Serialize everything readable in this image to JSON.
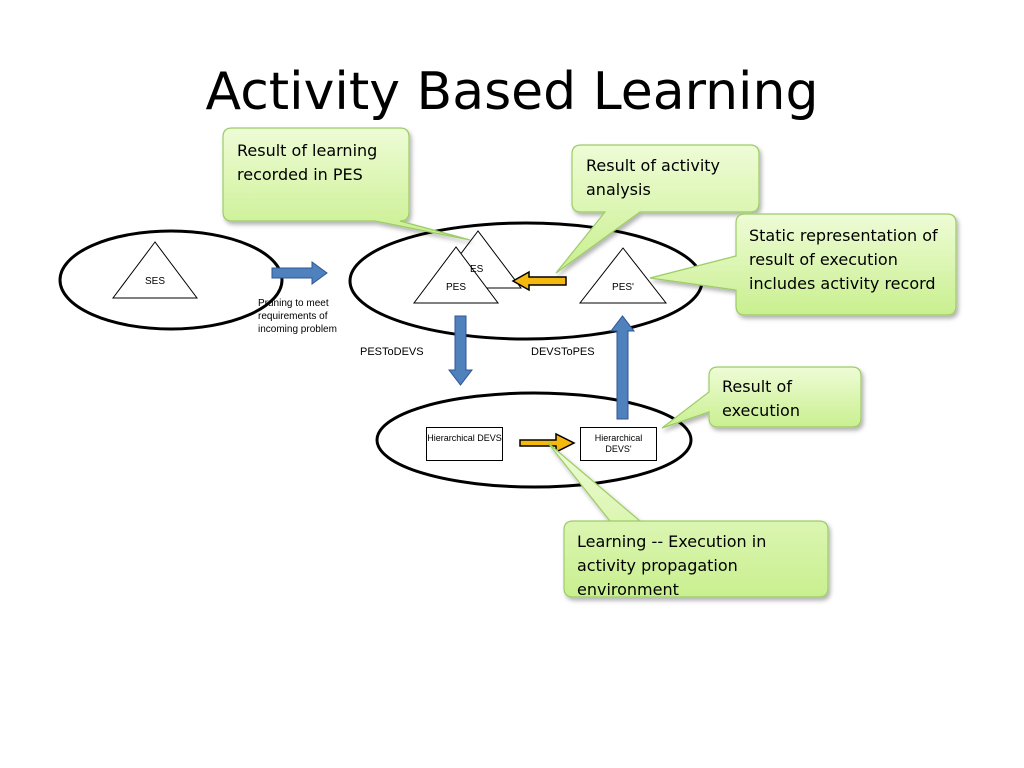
{
  "title": "Activity Based Learning",
  "callouts": {
    "learning_result": "Result of learning recorded in PES",
    "activity_analysis": "Result of activity analysis",
    "static_rep": "Static representation of result of execution includes activity record",
    "execution_result": "Result of execution",
    "learning_exec": "Learning  -- Execution in activity propagation environment"
  },
  "nodes": {
    "ses": "SES",
    "pes_back": "ES",
    "pes": "PES",
    "pes_prime": "PES'",
    "hdevs": "Hierarchical DEVS",
    "hdevs_prime": "Hierarchical DEVS'"
  },
  "labels": {
    "pruning": "Pruning to meet requirements of incoming problem",
    "pes_to_devs": "PESToDEVS",
    "devs_to_pes": "DEVSToPES"
  },
  "colors": {
    "callout_fill": "#ddf7b0",
    "callout_border": "#9ccc65",
    "blue_arrow": "#4f81bd",
    "yellow_arrow": "#f5b80f"
  }
}
